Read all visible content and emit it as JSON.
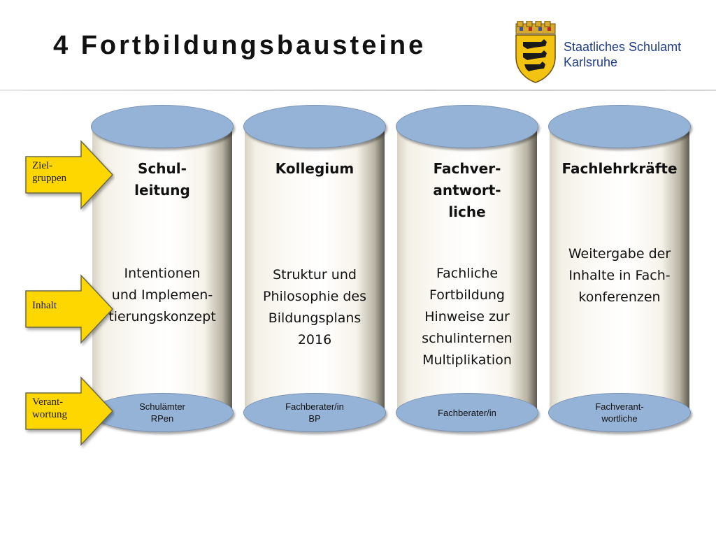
{
  "header": {
    "title": "4 Fortbildungsbausteine",
    "org_line1": "Staatliches Schulamt",
    "org_line2": "Karlsruhe",
    "logo_icon": "coat-of-arms-icon"
  },
  "colors": {
    "cap_blue": "#95b3d7",
    "arrow_yellow": "#ffd700",
    "org_text": "#1f3c88"
  },
  "arrows": [
    {
      "lines": [
        "Ziel-",
        "gruppen"
      ]
    },
    {
      "lines": [
        "Inhalt"
      ]
    },
    {
      "lines": [
        "Verant-",
        "wortung"
      ]
    }
  ],
  "pillars": [
    {
      "heading": [
        "Schul-",
        "leitung"
      ],
      "content": [
        "Intentionen",
        "und  Implemen-",
        "tierungskonzept"
      ],
      "footer": [
        "Schulämter",
        "RPen"
      ]
    },
    {
      "heading": [
        "Kollegium"
      ],
      "content": [
        "Struktur und",
        "Philosophie des",
        "Bildungsplans",
        "2016"
      ],
      "footer": [
        "Fachberater/in",
        "BP"
      ]
    },
    {
      "heading": [
        "Fachver-",
        "antwort-",
        "liche"
      ],
      "content": [
        "Fachliche",
        "Fortbildung",
        "Hinweise zur",
        "schulinternen",
        "Multiplikation"
      ],
      "footer": [
        "Fachberater/in"
      ]
    },
    {
      "heading": [
        "Fachlehrkräfte"
      ],
      "content": [
        "Weitergabe der",
        "Inhalte in Fach-",
        "konferenzen"
      ],
      "footer": [
        "Fachverant-",
        "wortliche"
      ]
    }
  ]
}
